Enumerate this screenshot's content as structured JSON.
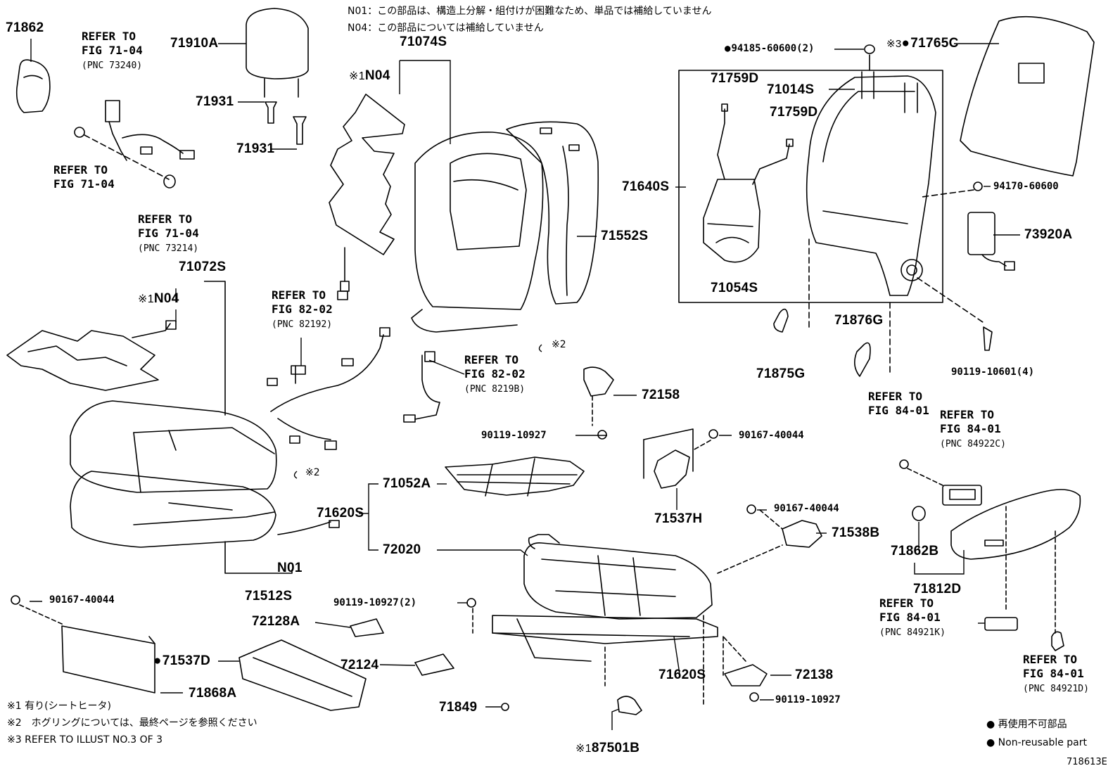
{
  "notes_top": [
    "N01：この部品は、構造上分解・組付けが困難なため、単品では補給していません",
    "N04：この部品については補給していません"
  ],
  "footnotes": [
    "※1 有り(シートヒータ)",
    "※2　ホグリングについては、最終ページを参照ください",
    "※3 REFER TO ILLUST NO.3 OF 3"
  ],
  "legend": [
    {
      "symbol": "●",
      "text": "再使用不可部品"
    },
    {
      "symbol": "●",
      "text": "Non-reusable part"
    }
  ],
  "illustration_number": "718613E",
  "part_labels": {
    "p71862": "71862",
    "p71910A": "71910A",
    "p71931a": "71931",
    "p71931b": "71931",
    "p71074S": "71074S",
    "n04a": "N04",
    "n04a_mark": "※1",
    "p94185": "94185-60600(2)",
    "p71765C": "71765C",
    "p71765C_mark": "※3",
    "p71759Da": "71759D",
    "p71014S": "71014S",
    "p71759Db": "71759D",
    "p71640S": "71640S",
    "p71552S": "71552S",
    "p94170": "94170-60600",
    "p73920A": "73920A",
    "p71054S": "71054S",
    "p71876G": "71876G",
    "p71875G": "71875G",
    "p90119_4": "90119-10601(4)",
    "p71072S": "71072S",
    "n04b": "N04",
    "n04b_mark": "※1",
    "hog1": "※2",
    "hog2": "※2",
    "p72158": "72158",
    "p90119a": "90119-10927",
    "p90167a": "90167-40044",
    "p71052A": "71052A",
    "p71620Sa": "71620S",
    "p72020": "72020",
    "p71537H": "71537H",
    "p90167b": "90167-40044",
    "p71538B": "71538B",
    "n01": "N01",
    "p71512S": "71512S",
    "p90167c": "90167-40044",
    "p90119_2": "90119-10927(2)",
    "p72128A": "72128A",
    "p71537D": "71537D",
    "p72124": "72124",
    "p71868A": "71868A",
    "p71849": "71849",
    "p87501B": "87501B",
    "p87501B_mark": "※1",
    "p71620Sb": "71620S",
    "p72138": "72138",
    "p90119b": "90119-10927",
    "p71862B": "71862B",
    "p71812D": "71812D"
  },
  "references": [
    {
      "id": "ref1",
      "text": "REFER TO\nFIG 71-04",
      "pnc": "(PNC 73240)"
    },
    {
      "id": "ref2",
      "text": "REFER TO\nFIG 71-04",
      "pnc": ""
    },
    {
      "id": "ref3",
      "text": "REFER TO\nFIG 71-04",
      "pnc": "(PNC 73214)"
    },
    {
      "id": "ref4",
      "text": "REFER TO\nFIG 82-02",
      "pnc": "(PNC 82192)"
    },
    {
      "id": "ref5",
      "text": "REFER TO\nFIG 82-02",
      "pnc": "(PNC 8219B)"
    },
    {
      "id": "ref6",
      "text": "REFER TO\nFIG 84-01",
      "pnc": ""
    },
    {
      "id": "ref7",
      "text": "REFER TO\nFIG 84-01",
      "pnc": "(PNC 84922C)"
    },
    {
      "id": "ref8",
      "text": "REFER TO\nFIG 84-01",
      "pnc": "(PNC 84921K)"
    },
    {
      "id": "ref9",
      "text": "REFER TO\nFIG 84-01",
      "pnc": "(PNC 84921D)"
    }
  ]
}
